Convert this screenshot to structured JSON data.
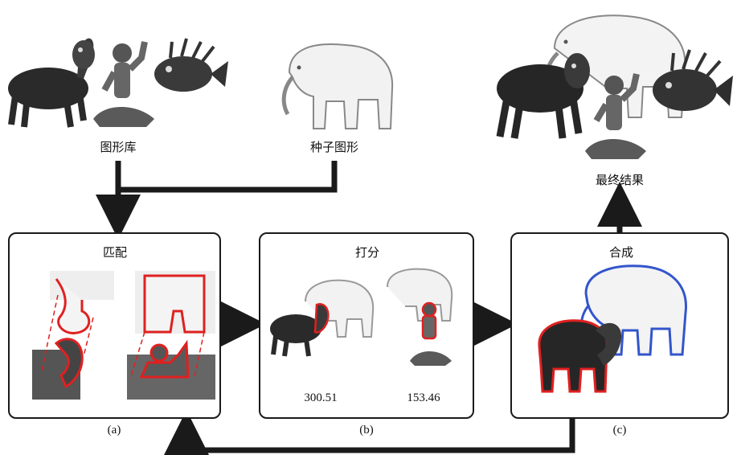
{
  "top": {
    "library_label": "图形库",
    "seed_label": "种子图形",
    "result_label": "最终结果"
  },
  "panels": {
    "a": {
      "title": "匹配",
      "caption": "(a)"
    },
    "b": {
      "title": "打分",
      "caption": "(b)",
      "scores": [
        "300.51",
        "153.46"
      ]
    },
    "c": {
      "title": "合成",
      "caption": "(c)"
    }
  },
  "colors": {
    "outline_red": "#e02020",
    "outline_blue": "#3355cc",
    "arrow": "#1a1a1a"
  },
  "icons": [
    "camel-figure",
    "seated-man-figure",
    "fish-figure",
    "elephant-figure"
  ]
}
